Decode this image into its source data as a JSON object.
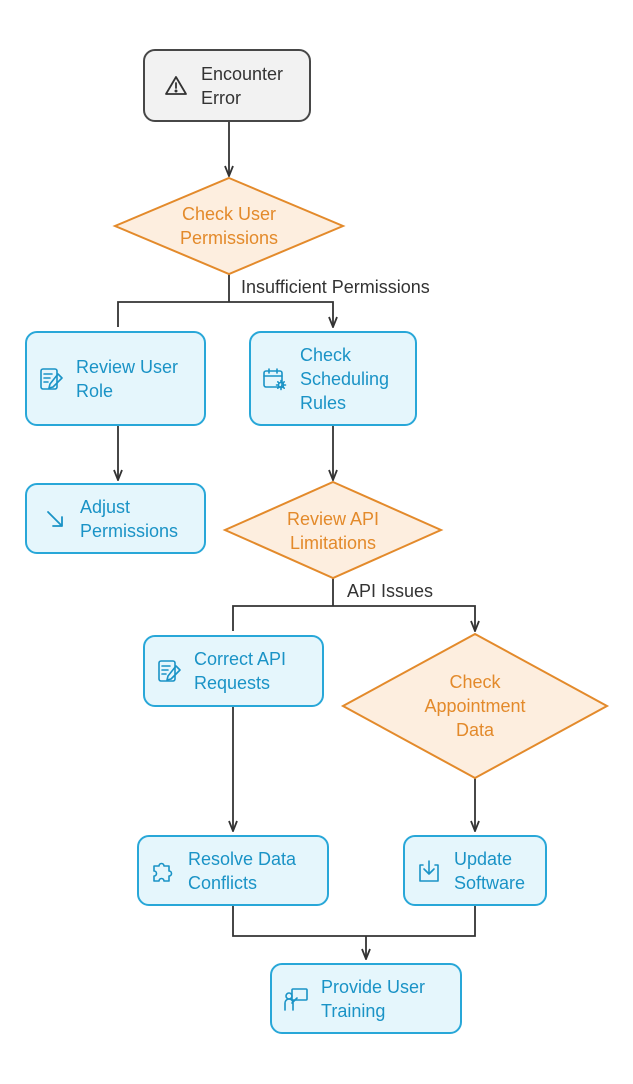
{
  "nodes": {
    "encounter_error": {
      "line1": "Encounter",
      "line2": "Error"
    },
    "check_user_permissions": {
      "line1": "Check User",
      "line2": "Permissions"
    },
    "review_user_role": {
      "line1": "Review User",
      "line2": "Role"
    },
    "check_scheduling_rules": {
      "line1": "Check",
      "line2": "Scheduling",
      "line3": "Rules"
    },
    "adjust_permissions": {
      "line1": "Adjust",
      "line2": "Permissions"
    },
    "review_api_limitations": {
      "line1": "Review API",
      "line2": "Limitations"
    },
    "correct_api_requests": {
      "line1": "Correct API",
      "line2": "Requests"
    },
    "check_appointment_data": {
      "line1": "Check",
      "line2": "Appointment",
      "line3": "Data"
    },
    "resolve_data_conflicts": {
      "line1": "Resolve Data",
      "line2": "Conflicts"
    },
    "update_software": {
      "line1": "Update",
      "line2": "Software"
    },
    "provide_user_training": {
      "line1": "Provide User",
      "line2": "Training"
    }
  },
  "edge_labels": {
    "insufficient_permissions": "Insufficient Permissions",
    "api_issues": "API Issues"
  },
  "icons": {
    "encounter_error": "warning-icon",
    "review_user_role": "edit-document-icon",
    "check_scheduling_rules": "calendar-settings-icon",
    "adjust_permissions": "arrow-down-right-icon",
    "correct_api_requests": "edit-document-icon",
    "resolve_data_conflicts": "puzzle-icon",
    "update_software": "download-icon",
    "provide_user_training": "teacher-icon"
  },
  "colors": {
    "process_fill": "#e5f6fc",
    "process_border": "#28a7d8",
    "process_text": "#1a93c6",
    "decision_fill": "#fdeedf",
    "decision_border": "#e38a2b",
    "decision_text": "#e38a2b",
    "start_fill": "#f2f2f2",
    "start_border": "#474747",
    "connector": "#333333"
  }
}
